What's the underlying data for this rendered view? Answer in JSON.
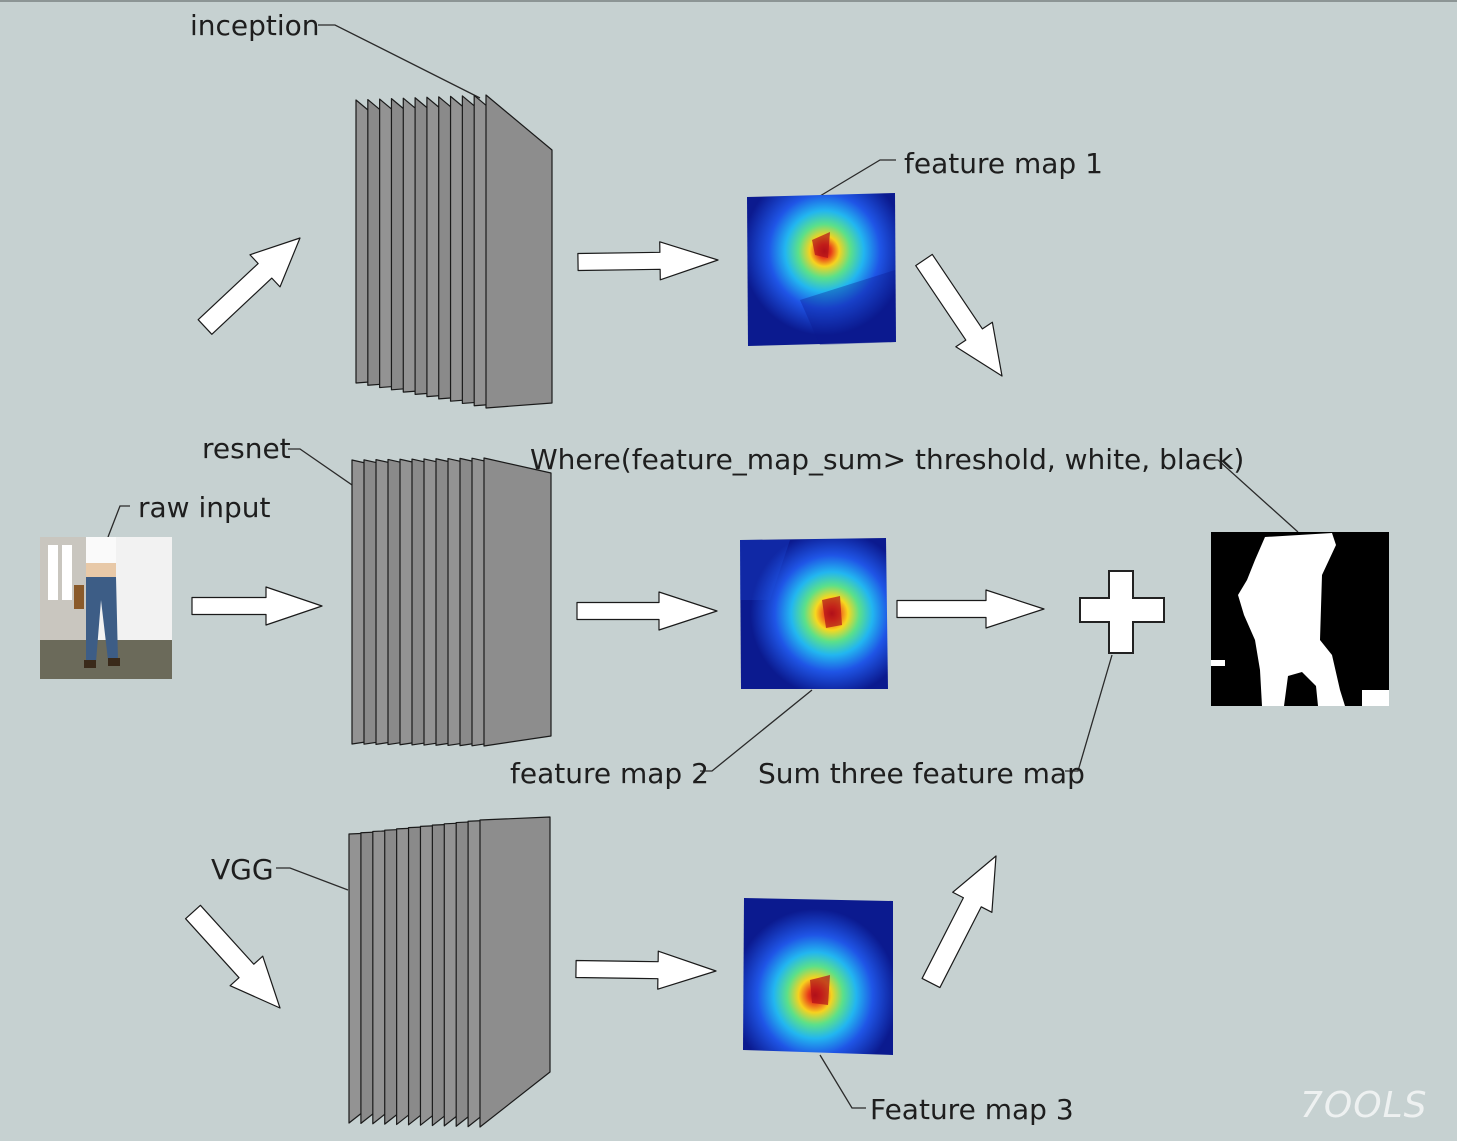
{
  "labels": {
    "inception": "inception",
    "resnet": "resnet",
    "vgg": "VGG",
    "raw_input": "raw input",
    "feature_map_1": "feature map 1",
    "feature_map_2": "feature map 2",
    "feature_map_3": "Feature map 3",
    "sum": "Sum three feature map",
    "where": "Where(feature_map_sum> threshold, white, black)"
  },
  "watermark": "7OOLS",
  "colors": {
    "background": "#c6d1d1",
    "layer_fill": "#8e8e8e",
    "arrow_fill": "#ffffff",
    "heat_low": "#0a1a8c",
    "heat_high": "#d01010"
  },
  "icons": [
    "arrow-icon",
    "plus-icon"
  ]
}
